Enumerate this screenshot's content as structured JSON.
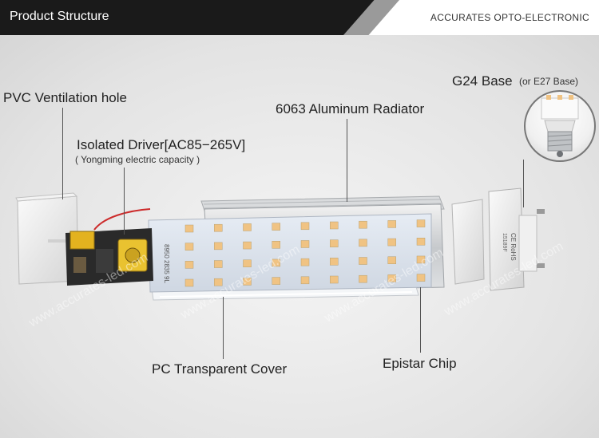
{
  "header": {
    "title": "Product Structure",
    "brand": "ACCURATES OPTO-ELECTRONIC"
  },
  "labels": {
    "ventilation": "PVC Ventilation hole",
    "radiator": "6063 Aluminum Radiator",
    "base": "G24 Base",
    "base_alt": "(or E27 Base)",
    "driver": "Isolated Driver[AC85−265V]",
    "driver_sub": "( Yongming electric capacity )",
    "cover": "PC Transparent Cover",
    "chip": "Epistar Chip"
  },
  "markings": {
    "board": "8950 2835 9L",
    "cert": "CE RoHS",
    "code": "15189F"
  },
  "watermark": "www.accurates-led.com",
  "colors": {
    "header_dark": "#1a1a1a",
    "header_accent": "#9a9a9a",
    "led": "#f0c383",
    "board": "#dde4ee"
  },
  "led_grid": {
    "rows": 4,
    "cols": 9
  }
}
